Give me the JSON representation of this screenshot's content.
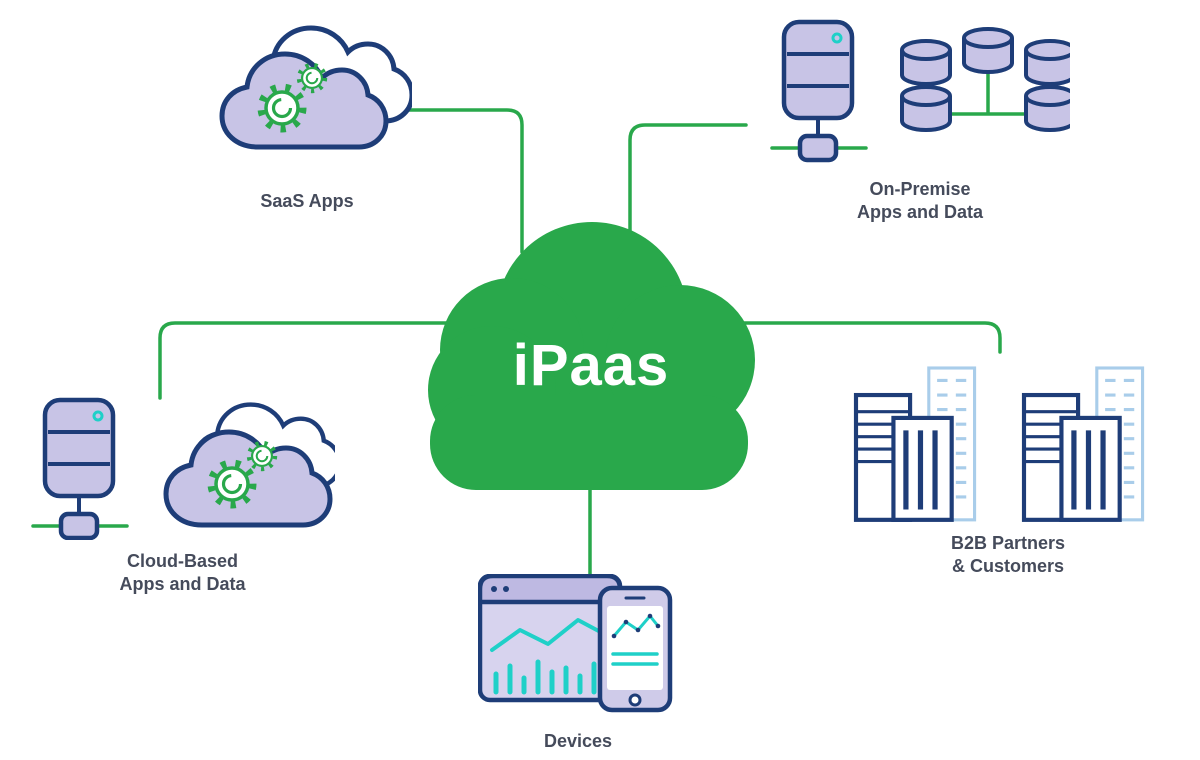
{
  "center": {
    "title": "iPaas"
  },
  "nodes": {
    "saas": {
      "label": "SaaS Apps"
    },
    "on_premise": {
      "label1": "On-Premise",
      "label2": "Apps and Data"
    },
    "cloud_based": {
      "label1": "Cloud-Based",
      "label2": "Apps and Data"
    },
    "b2b": {
      "label1": "B2B Partners",
      "label2": "& Customers"
    },
    "devices": {
      "label": "Devices"
    }
  },
  "colors": {
    "green": "#29a84b",
    "navy": "#1e3d78",
    "lavender": "#c8c4e6",
    "teal": "#1fd0c8",
    "light_blue": "#a9cdea",
    "label_text": "#454b5b"
  }
}
